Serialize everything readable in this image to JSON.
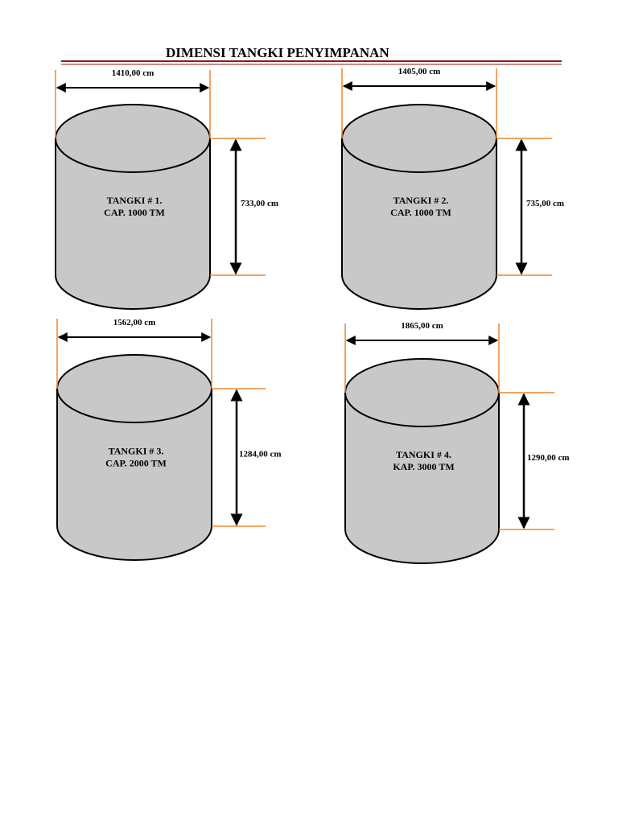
{
  "title": "DIMENSI TANGKI PENYIMPANAN",
  "colors": {
    "tank_fill": "#c8c8c8",
    "tank_stroke": "#000000",
    "guide_line": "#f0862a",
    "header_rule": "#8b1a1a"
  },
  "tanks": [
    {
      "name": "TANGKI # 1.",
      "capacity": "CAP. 1000 TM",
      "diameter": "1410,00 cm",
      "height": "733,00 cm"
    },
    {
      "name": "TANGKI # 2.",
      "capacity": "CAP. 1000 TM",
      "diameter": "1405,00 cm",
      "height": "735,00 cm"
    },
    {
      "name": "TANGKI # 3.",
      "capacity": "CAP. 2000 TM",
      "diameter": "1562,00 cm",
      "height": "1284,00 cm"
    },
    {
      "name": "TANGKI # 4.",
      "capacity": "KAP. 3000 TM",
      "diameter": "1865,00 cm",
      "height": "1290,00 cm"
    }
  ]
}
